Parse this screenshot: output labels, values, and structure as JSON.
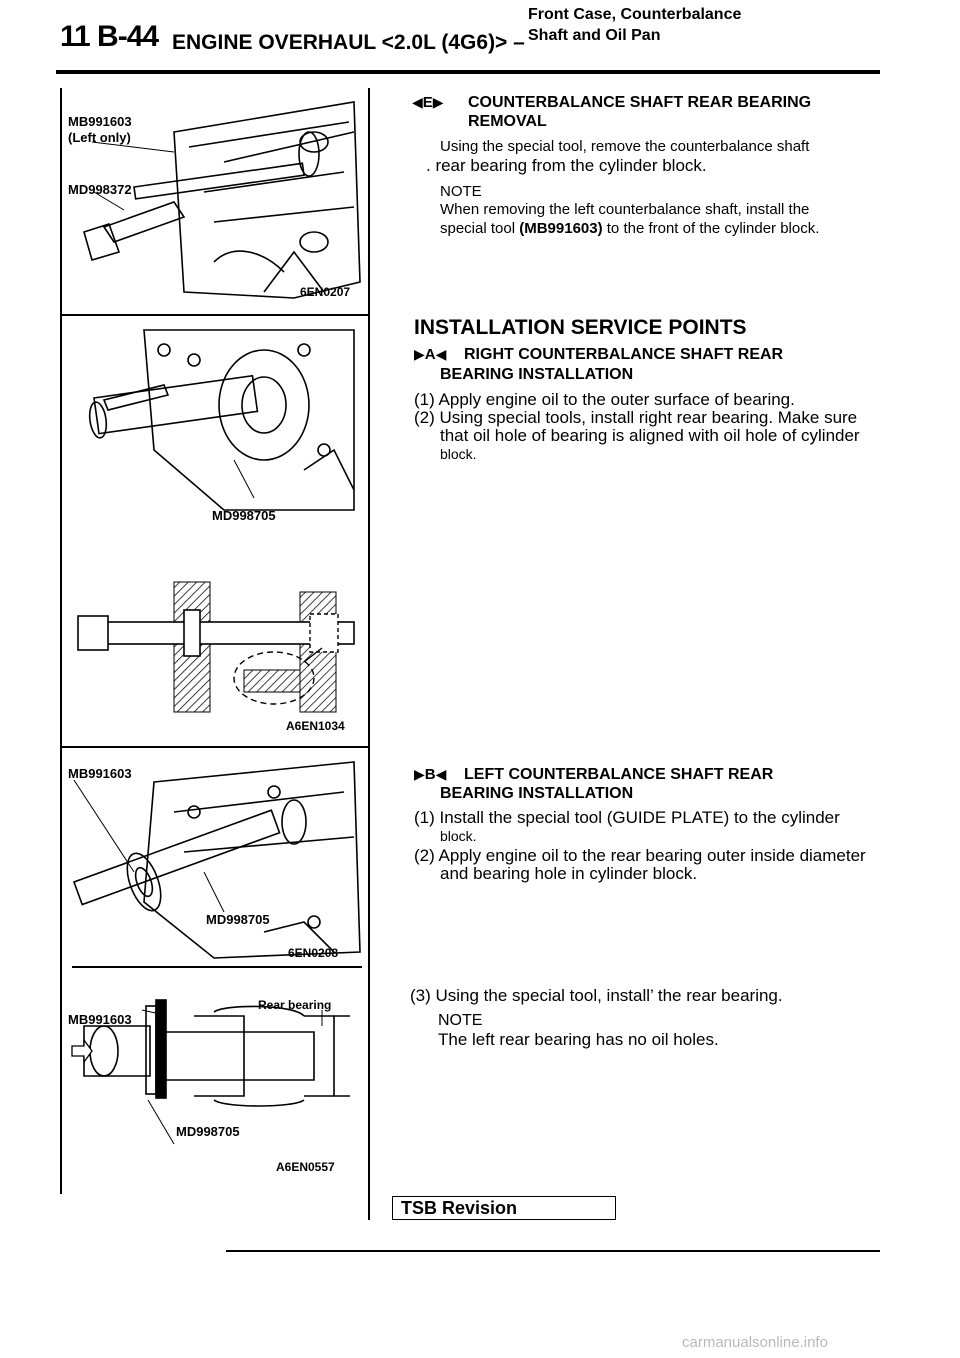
{
  "header": {
    "page_num": "11 B-44",
    "title": "ENGINE OVERHAUL <2.0L (4G6)> –",
    "subtitle_line1": "Front Case, Counterbalance",
    "subtitle_line2": "Shaft and Oil Pan"
  },
  "figures": {
    "fig1": {
      "tool_a": "MB991603",
      "tool_a_note": "(Left only)",
      "tool_b": "MD998372",
      "code": "6EN0207"
    },
    "fig2": {
      "tool": "MD998705"
    },
    "fig3": {
      "code": "A6EN1034"
    },
    "fig4": {
      "tool_a": "MB991603",
      "tool_b": "MD998705",
      "code": "6EN0208"
    },
    "fig5": {
      "label": "Rear bearing",
      "tool_a": "MB991603",
      "tool_b": "MD998705",
      "code": "A6EN0557"
    }
  },
  "sections": {
    "removal": {
      "marker": "E",
      "heading1": "COUNTERBALANCE SHAFT REAR BEARING",
      "heading2": "REMOVAL",
      "line1": "Using the special tool, remove the counterbalance shaft",
      "line2": ". rear bearing from the cylinder block.",
      "note_label": "NOTE",
      "note1": "When removing the left counterbalance shaft, install the",
      "note2_a": "special tool",
      "note2_b": "(MB991603)",
      "note2_c": "to the front of the cylinder block."
    },
    "install_title": "INSTALLATION SERVICE POINTS",
    "right": {
      "marker": "A",
      "heading1": "RIGHT COUNTERBALANCE SHAFT REAR",
      "heading2": "BEARING INSTALLATION",
      "step1": "(1) Apply engine oil to the outer surface of bearing.",
      "step2": "(2) Using special tools, install right rear bearing. Make sure",
      "step2b": "that oil hole of bearing is aligned with oil hole of cylinder",
      "step2c": "block."
    },
    "left": {
      "marker": "B",
      "heading1": "LEFT COUNTERBALANCE SHAFT REAR",
      "heading2": "BEARING INSTALLATION",
      "step1": "(1) Install the special tool (GUIDE PLATE) to the cylinder",
      "step1b": "block.",
      "step2": "(2) Apply engine oil to the rear bearing outer inside diameter",
      "step2b": "and bearing hole in cylinder block.",
      "step3": "(3) Using the special tool, install’ the rear bearing.",
      "note_label": "NOTE",
      "note": "The left rear bearing has no oil holes."
    }
  },
  "footer": {
    "tsb": "TSB Revision",
    "url": "carmanualsonline.info"
  }
}
